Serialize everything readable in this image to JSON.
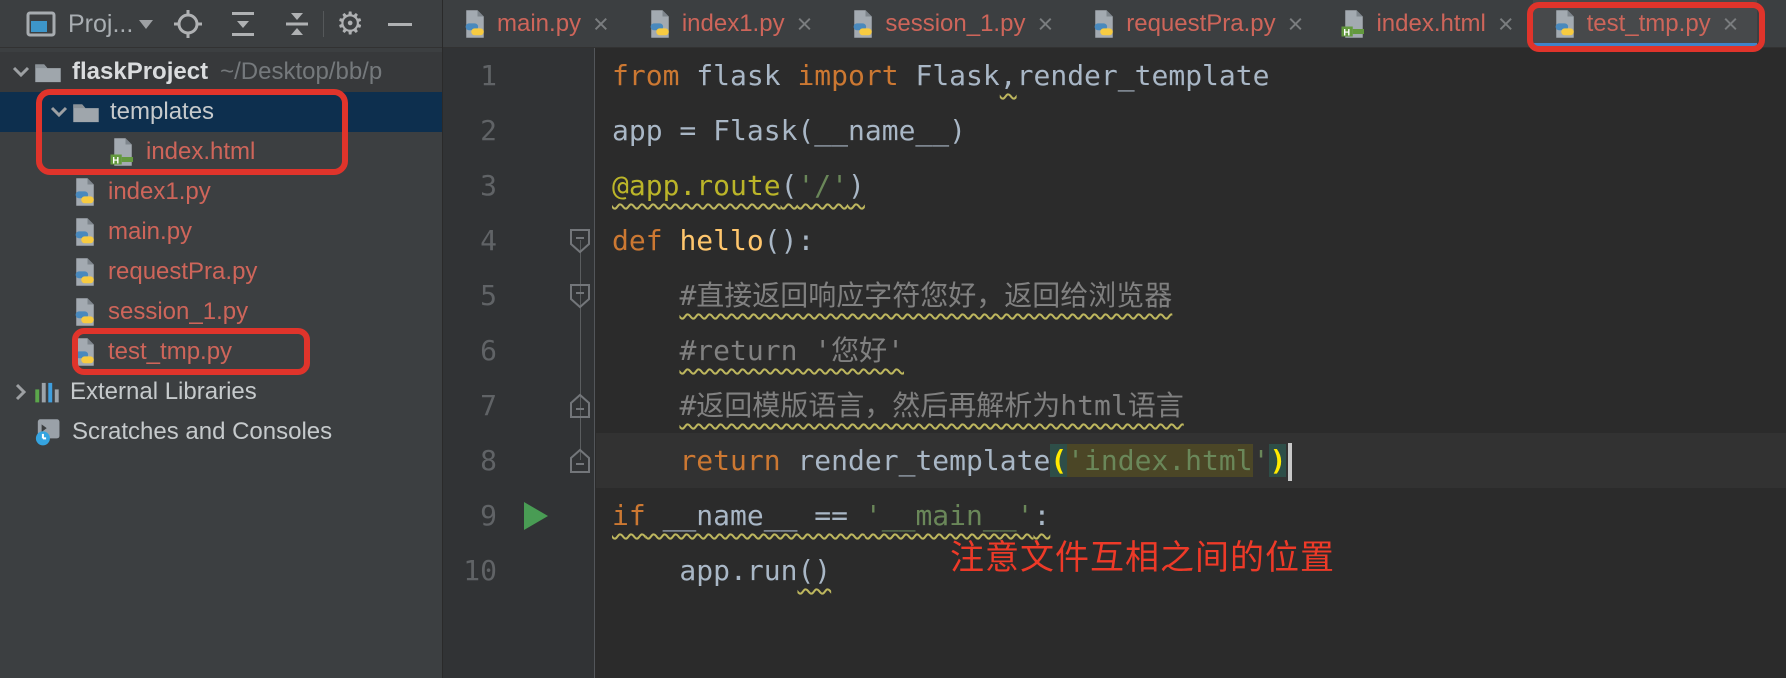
{
  "header": {
    "project_tool": {
      "label": "Proj...",
      "window_icon": "project-tool-window",
      "dropdown_icon": "chevron-down"
    },
    "toolbar_icons": [
      "locate-icon",
      "expand-all-icon",
      "collapse-all-icon",
      "settings-gear-icon",
      "hide-panel-icon"
    ]
  },
  "tabs": [
    {
      "label": "main.py",
      "type": "python",
      "close": "×",
      "active": false,
      "annotated": false
    },
    {
      "label": "index1.py",
      "type": "python",
      "close": "×",
      "active": false,
      "annotated": false
    },
    {
      "label": "session_1.py",
      "type": "python",
      "close": "×",
      "active": false,
      "annotated": false
    },
    {
      "label": "requestPra.py",
      "type": "python",
      "close": "×",
      "active": false,
      "annotated": false
    },
    {
      "label": "index.html",
      "type": "html",
      "close": "×",
      "active": false,
      "annotated": false
    },
    {
      "label": "test_tmp.py",
      "type": "python",
      "close": "×",
      "active": true,
      "annotated": true
    }
  ],
  "tree": {
    "items": [
      {
        "label": "flaskProject",
        "suffix": "~/Desktop/bb/p",
        "icon": "folder",
        "chevron": "down",
        "level": 0,
        "bold": true,
        "first": true,
        "selected": false,
        "modified": false
      },
      {
        "label": "templates",
        "icon": "folder",
        "chevron": "down",
        "level": 1,
        "selected": true,
        "modified": false
      },
      {
        "label": "index.html",
        "icon": "html",
        "level": 2,
        "modified": true
      },
      {
        "label": "index1.py",
        "icon": "python",
        "level": 1,
        "modified": true
      },
      {
        "label": "main.py",
        "icon": "python",
        "level": 1,
        "modified": true
      },
      {
        "label": "requestPra.py",
        "icon": "python",
        "level": 1,
        "modified": true
      },
      {
        "label": "session_1.py",
        "icon": "python",
        "level": 1,
        "modified": true
      },
      {
        "label": "test_tmp.py",
        "icon": "python",
        "level": 1,
        "modified": true,
        "annotated": true
      },
      {
        "label": "External Libraries",
        "icon": "libraries",
        "chevron": "right",
        "level": 0,
        "modified": false
      },
      {
        "label": "Scratches and Consoles",
        "icon": "scratches",
        "level": 0,
        "modified": false
      }
    ]
  },
  "editor": {
    "lines": [
      {
        "num": "1",
        "segments": [
          {
            "t": "from",
            "s": "kw"
          },
          {
            "t": " flask ",
            "s": "d"
          },
          {
            "t": "import",
            "s": "kw"
          },
          {
            "t": " Flask",
            "s": "d"
          },
          {
            "t": ",",
            "s": "d w"
          },
          {
            "t": "render_template",
            "s": "d"
          }
        ]
      },
      {
        "num": "2",
        "segments": [
          {
            "t": "app = Flask(__name__)",
            "s": "d"
          }
        ]
      },
      {
        "num": "3",
        "segments": [
          {
            "t": "@app.route",
            "s": "deco w"
          },
          {
            "t": "(",
            "s": "d w"
          },
          {
            "t": "'/'",
            "s": "str w"
          },
          {
            "t": ")",
            "s": "d w"
          }
        ]
      },
      {
        "num": "4",
        "fold": "down",
        "segments": [
          {
            "t": "def",
            "s": "kw"
          },
          {
            "t": " ",
            "s": "d"
          },
          {
            "t": "hello",
            "s": "fn"
          },
          {
            "t": "():",
            "s": "d"
          }
        ]
      },
      {
        "num": "5",
        "fold": "down",
        "segments": [
          {
            "t": "    ",
            "s": "d"
          },
          {
            "t": "#直接返回响应字符您好，返回给浏览器",
            "s": "com w"
          }
        ]
      },
      {
        "num": "6",
        "segments": [
          {
            "t": "    ",
            "s": "d"
          },
          {
            "t": "#return '您好'",
            "s": "com w"
          }
        ]
      },
      {
        "num": "7",
        "fold": "up",
        "segments": [
          {
            "t": "    ",
            "s": "d"
          },
          {
            "t": "#返回模版语言，然后再解析为html语言",
            "s": "com w"
          }
        ]
      },
      {
        "num": "8",
        "fold": "up",
        "current": true,
        "cursor": true,
        "segments": [
          {
            "t": "    ",
            "s": "d"
          },
          {
            "t": "return",
            "s": "kw"
          },
          {
            "t": " render_template",
            "s": "d"
          },
          {
            "t": "(",
            "s": "brace"
          },
          {
            "t": "'index.html",
            "s": "str hl"
          },
          {
            "t": "'",
            "s": "str"
          },
          {
            "t": ")",
            "s": "brace"
          }
        ]
      },
      {
        "num": "9",
        "run": true,
        "segments": [
          {
            "t": "if",
            "s": "kw w"
          },
          {
            "t": " __name__ == ",
            "s": "d w"
          },
          {
            "t": "'__main__'",
            "s": "str w"
          },
          {
            "t": ":",
            "s": "d w"
          }
        ]
      },
      {
        "num": "10",
        "segments": [
          {
            "t": "    app.run",
            "s": "d"
          },
          {
            "t": "()",
            "s": "d w"
          }
        ]
      }
    ]
  },
  "annotation": {
    "note": "注意文件互相之间的位置"
  },
  "colors": {
    "panel_bg": "#3C3F41",
    "editor_bg": "#2B2B2B",
    "gutter_bg": "#313335",
    "tree_selection": "#0D2F4E",
    "modified_file": "#CE655A",
    "annotation_red": "#E0342B",
    "tab_underline": "#4083C9",
    "keyword": "#CC7832",
    "string": "#6A8759",
    "comment": "#808080",
    "decorator": "#BBB529",
    "function": "#FFC66D",
    "default_text": "#A9B7C6",
    "line_number": "#606366",
    "squiggle": "#BEB75E",
    "run_arrow": "#499C54",
    "caret_line": "#323232"
  }
}
